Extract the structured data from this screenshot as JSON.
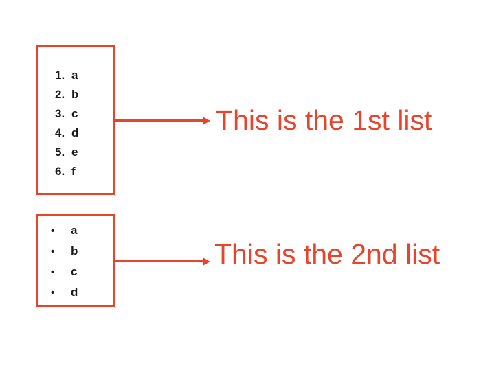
{
  "colors": {
    "accent": "#e8432b",
    "list_text": "#1a1a1a",
    "background": "#ffffff"
  },
  "lists": [
    {
      "type": "ordered",
      "caption": "This is the 1st list",
      "items": [
        {
          "marker": "1.",
          "text": "a"
        },
        {
          "marker": "2.",
          "text": "b"
        },
        {
          "marker": "3.",
          "text": "c"
        },
        {
          "marker": "4.",
          "text": "d"
        },
        {
          "marker": "5.",
          "text": "e"
        },
        {
          "marker": "6.",
          "text": "f"
        }
      ]
    },
    {
      "type": "bulleted",
      "caption": "This is the 2nd list",
      "items": [
        {
          "marker": "•",
          "text": "a"
        },
        {
          "marker": "•",
          "text": "b"
        },
        {
          "marker": "•",
          "text": "c"
        },
        {
          "marker": "•",
          "text": "d"
        }
      ]
    }
  ]
}
